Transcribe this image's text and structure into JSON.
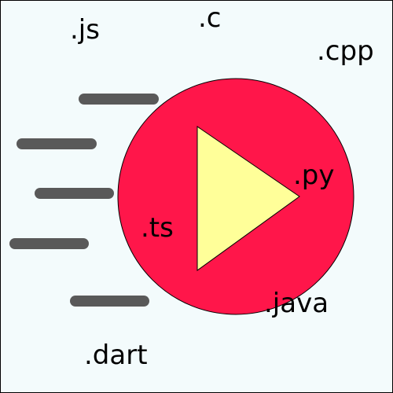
{
  "colors": {
    "background": "#f3fbfc",
    "disc": "#ff164a",
    "triangle": "#ffff99",
    "speed_lines": "#595959",
    "text": "#000000",
    "outline": "#000000"
  },
  "icons": {
    "play": "play-triangle-icon",
    "speed": "speed-lines-icon"
  },
  "extensions": {
    "js": ".js",
    "c": ".c",
    "cpp": ".cpp",
    "py": ".py",
    "ts": ".ts",
    "java": ".java",
    "dart": ".dart"
  }
}
